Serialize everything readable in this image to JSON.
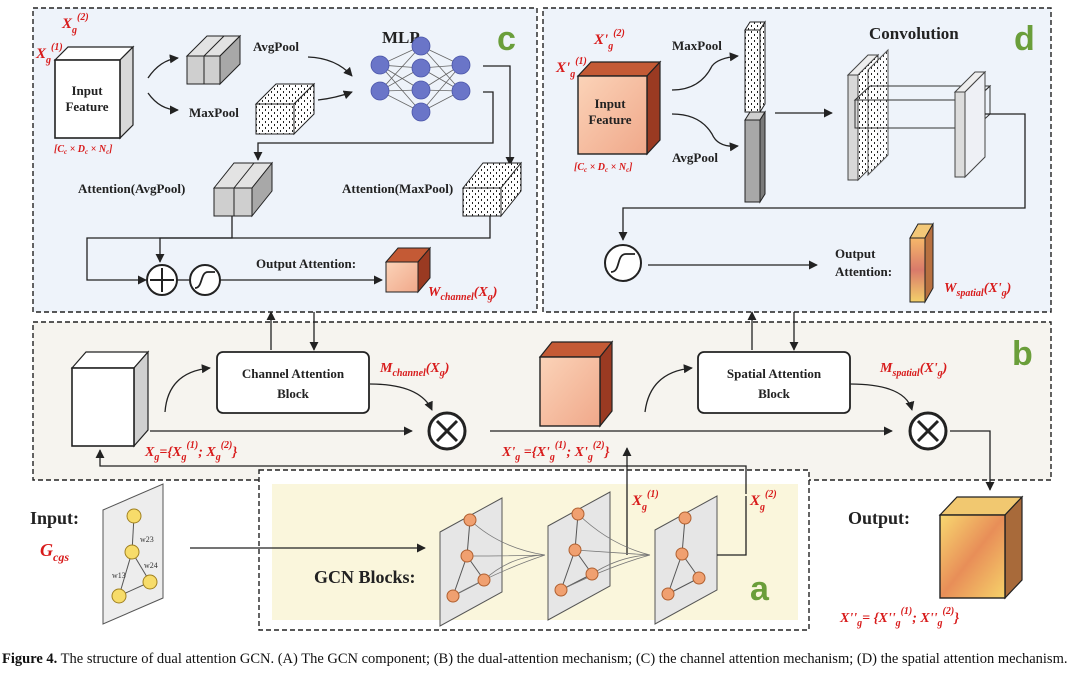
{
  "panels": {
    "a": "a",
    "b": "b",
    "c": "c",
    "d": "d"
  },
  "panel_c": {
    "input_feature": [
      "Input",
      "Feature"
    ],
    "dims": "[C_c × D_c × N_c]",
    "avgpool": "AvgPool",
    "maxpool": "MaxPool",
    "mlp": "MLP",
    "attention_avg": "Attention(AvgPool)",
    "attention_max": "Attention(MaxPool)",
    "output_attention": "Output Attention:",
    "w_channel": "W_channel(X_g)",
    "x_g1": "X_g^(1)",
    "x_g2": "X_g^(2)"
  },
  "panel_d": {
    "input_feature": [
      "Input",
      "Feature"
    ],
    "dims": "[C_c × D_c × N_c]",
    "maxpool": "MaxPool",
    "avgpool": "AvgPool",
    "convolution": "Convolution",
    "output_attention": [
      "Output",
      "Attention:"
    ],
    "w_spatial": "W_spatial(X'_g)",
    "xp_g1": "X'_g^(1)",
    "xp_g2": "X'_g^(2)"
  },
  "panel_b": {
    "channel_block": [
      "Channel Attention",
      "Block"
    ],
    "spatial_block": [
      "Spatial Attention",
      "Block"
    ],
    "m_channel": "M_channel(X_g)",
    "m_spatial": "M_spatial(X'_g)",
    "xg_def": "X_g={X_g^(1); X_g^(2)}",
    "xpg_def": "X'_g={X'_g^(1); X'_g^(2)}"
  },
  "panel_a": {
    "input_label": "Input:",
    "g_cgs": "G_cgs",
    "gcn_blocks": "GCN Blocks:",
    "w23": "w23",
    "w13": "w13",
    "w24": "w24",
    "x_g1": "X_g^(1)",
    "x_g2": "X_g^(2)"
  },
  "output": {
    "label": "Output:",
    "def": "X''_g= {X''_g^(1); X''_g^(2)}"
  },
  "caption": {
    "prefix": "Figure 4.",
    "text": " The structure of dual attention GCN. (A) The GCN component; (B) the dual-attention mechanism; (C) the channel attention mechanism; (D) the spatial attention mechanism."
  },
  "colors": {
    "red": "#d81b1b",
    "green": "#6a9e3a",
    "panel_c_bg": "#eef3fa",
    "panel_b_bg": "#f6f4ef",
    "panel_a_bg": "#faf6dc",
    "neuron": "#6a75c8",
    "node": "#f0a070",
    "node_yellow": "#f7dc6a"
  }
}
